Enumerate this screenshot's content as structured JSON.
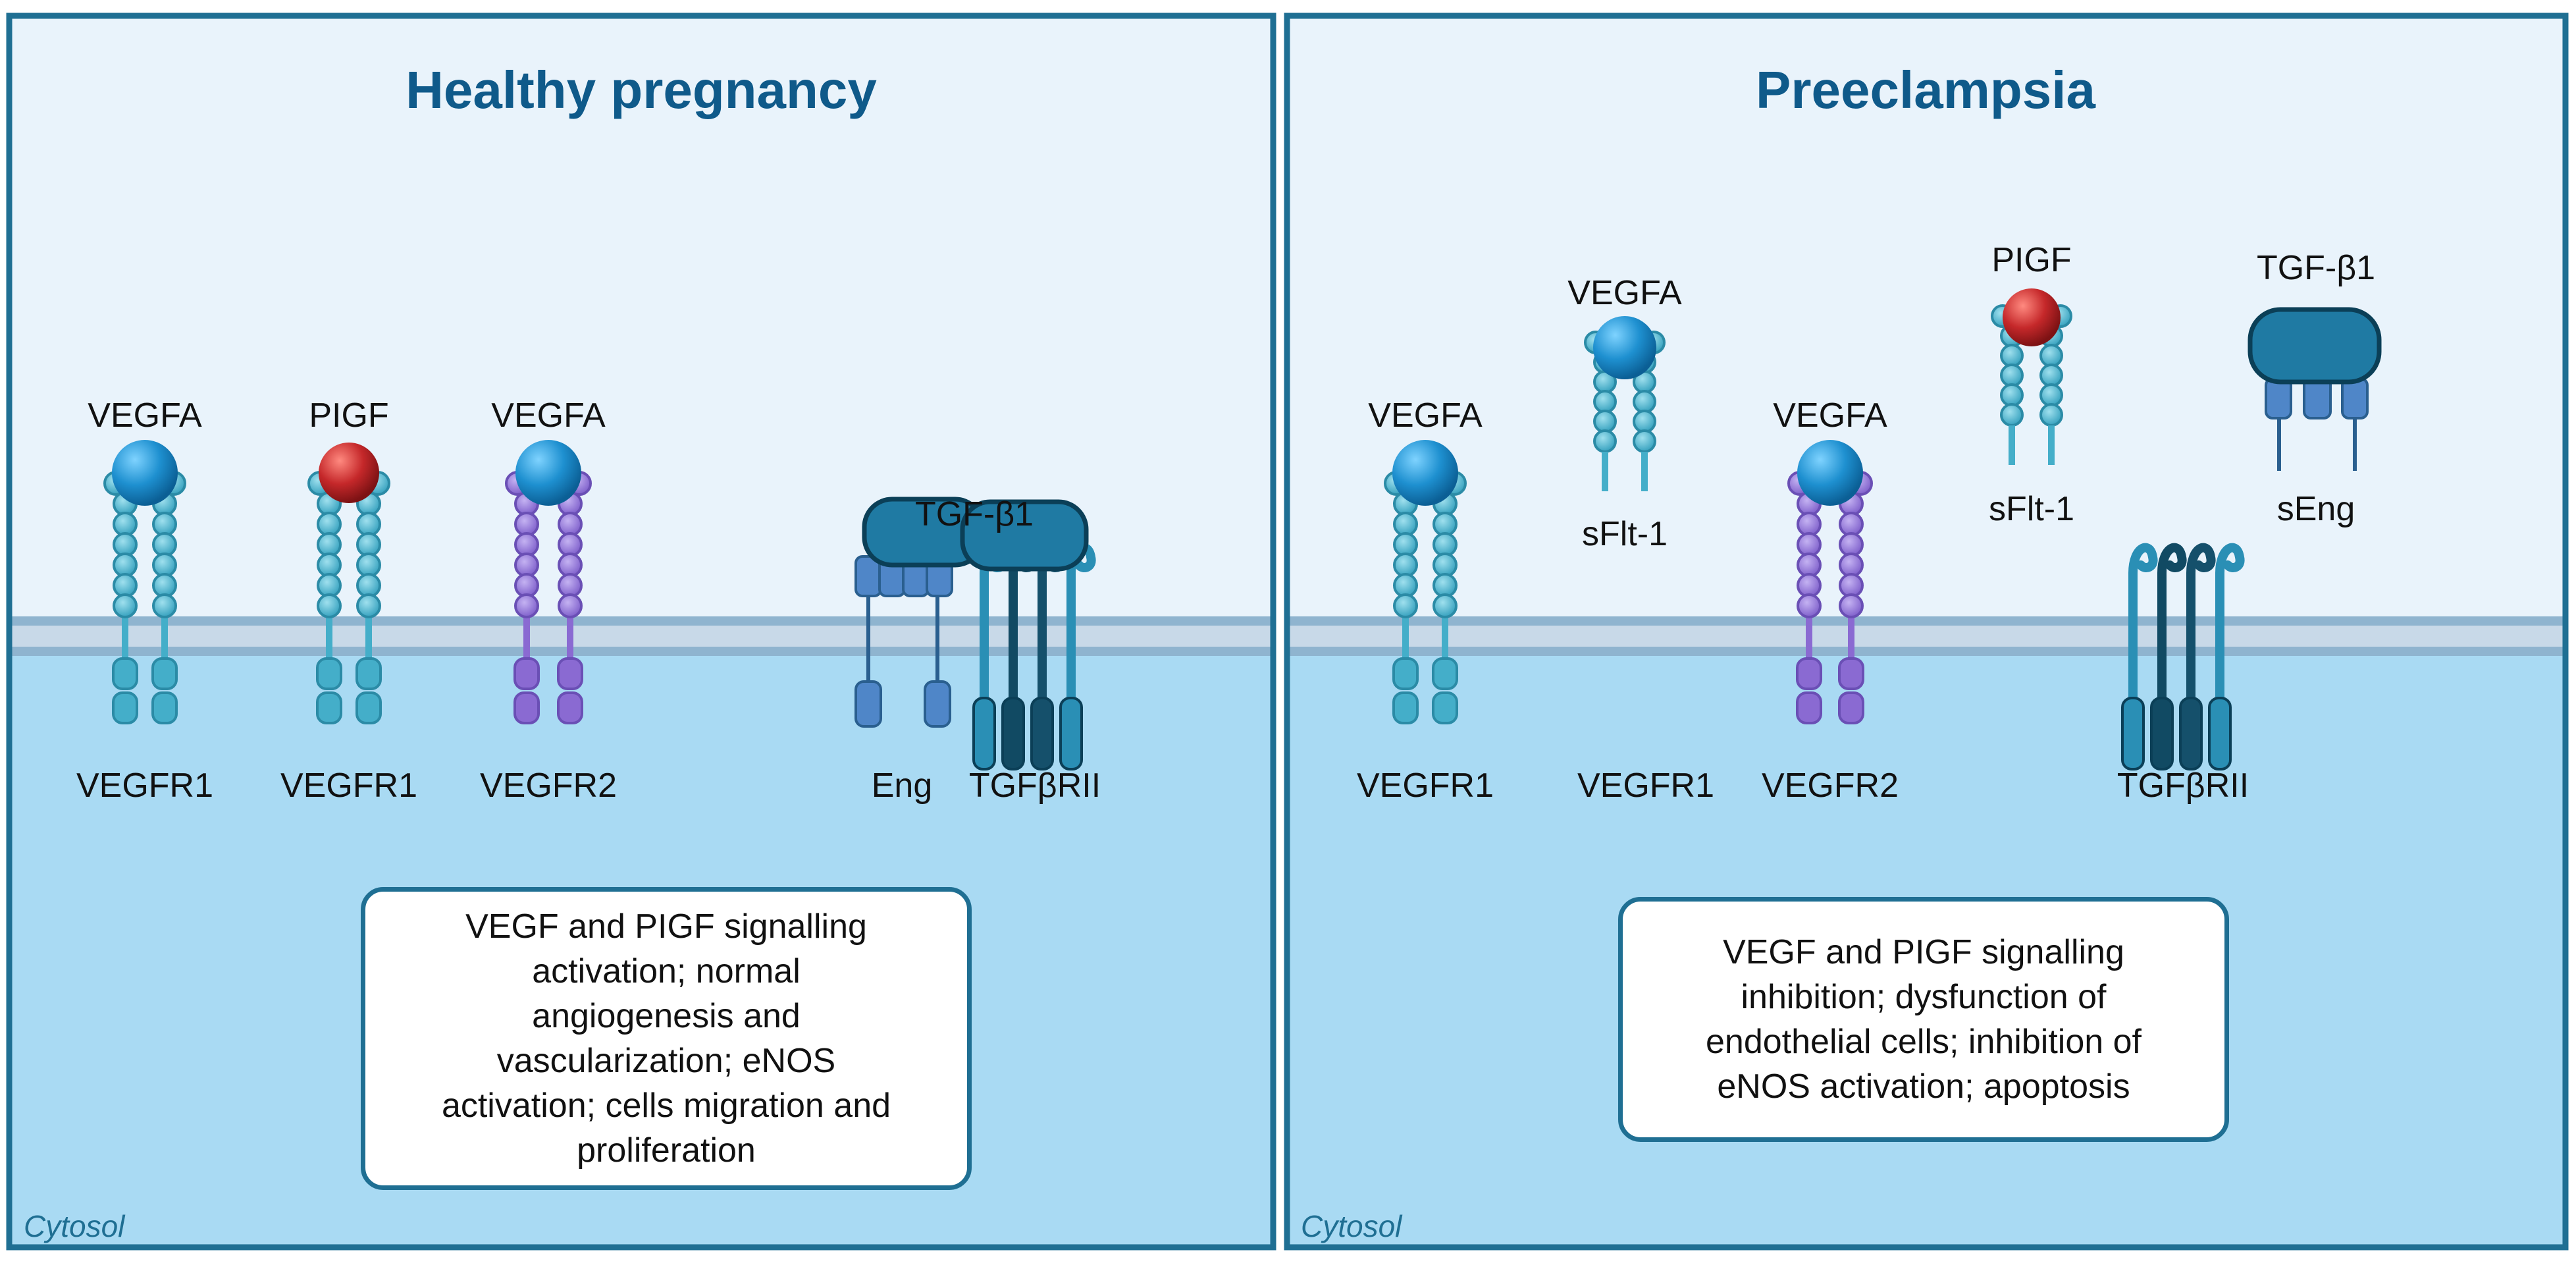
{
  "panels": [
    {
      "title": "Healthy pregnancy",
      "region_label": "Cytosol",
      "molecules": {
        "vegfa_1": "VEGFA",
        "pigf_1": "PIGF",
        "vegfa_2": "VEGFA",
        "tgfb1": "TGF-β1"
      },
      "receptors": {
        "vegfr1_a": "VEGFR1",
        "vegfr1_b": "VEGFR1",
        "vegfr2": "VEGFR2",
        "eng": "Eng",
        "tgfbrii": "TGFβRII"
      },
      "summary_lines": [
        "VEGF and PIGF signalling",
        "activation; normal",
        "angiogenesis and",
        "vascularization; eNOS",
        "activation; cells migration and",
        "proliferation"
      ]
    },
    {
      "title": "Preeclampsia",
      "region_label": "Cytosol",
      "molecules": {
        "vegfa_1": "VEGFA",
        "vegfa_sflt": "VEGFA",
        "vegfa_2": "VEGFA",
        "pigf_sflt": "PIGF",
        "tgfb1": "TGF-β1"
      },
      "soluble": {
        "sflt1_a": "sFlt-1",
        "sflt1_b": "sFlt-1",
        "seng": "sEng"
      },
      "receptors": {
        "vegfr1_a": "VEGFR1",
        "vegfr1_b": "VEGFR1",
        "vegfr2": "VEGFR2",
        "tgfbrii": "TGFβRII"
      },
      "summary_lines": [
        "VEGF and PIGF signalling",
        "inhibition; dysfunction of",
        "endothelial cells; inhibition of",
        "eNOS activation; apoptosis"
      ]
    }
  ],
  "colors": {
    "extracellular": "#e9f3fb",
    "cytosol": "#a9daf3",
    "frame": "#1f6f93",
    "title": "#0f5a8a",
    "membrane": "#8fb4cf",
    "vegfr1": "#44aec9",
    "vegfr1_dark": "#2b8ba6",
    "vegfr2": "#8a6ad2",
    "vegfr2_dark": "#6a4fb5",
    "vegfa": "#1e90d0",
    "pigf": "#c5282a",
    "tgf": "#1f7aa3",
    "eng": "#4f86c8",
    "tgfbrii_a": "#2a8fb5",
    "tgfbrii_b": "#114a63"
  }
}
